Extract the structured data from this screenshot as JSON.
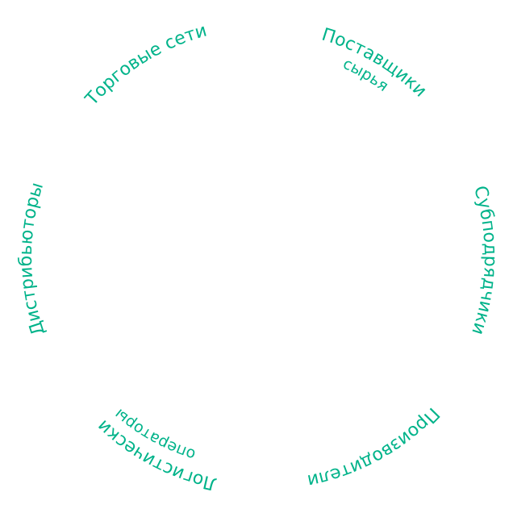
{
  "diagram": {
    "accent_color": "#00b38a",
    "nodes": [
      {
        "id": "suppliers",
        "lines": [
          "Поставщики",
          "сырья"
        ]
      },
      {
        "id": "subcontractors",
        "lines": [
          "Субподрядчики"
        ]
      },
      {
        "id": "manufacturers",
        "lines": [
          "Производители"
        ]
      },
      {
        "id": "logistics",
        "lines": [
          "Логистические",
          "операторы"
        ]
      },
      {
        "id": "distributors",
        "lines": [
          "Дистрибьюторы"
        ]
      },
      {
        "id": "retail",
        "lines": [
          "Торговые сети"
        ]
      }
    ]
  }
}
